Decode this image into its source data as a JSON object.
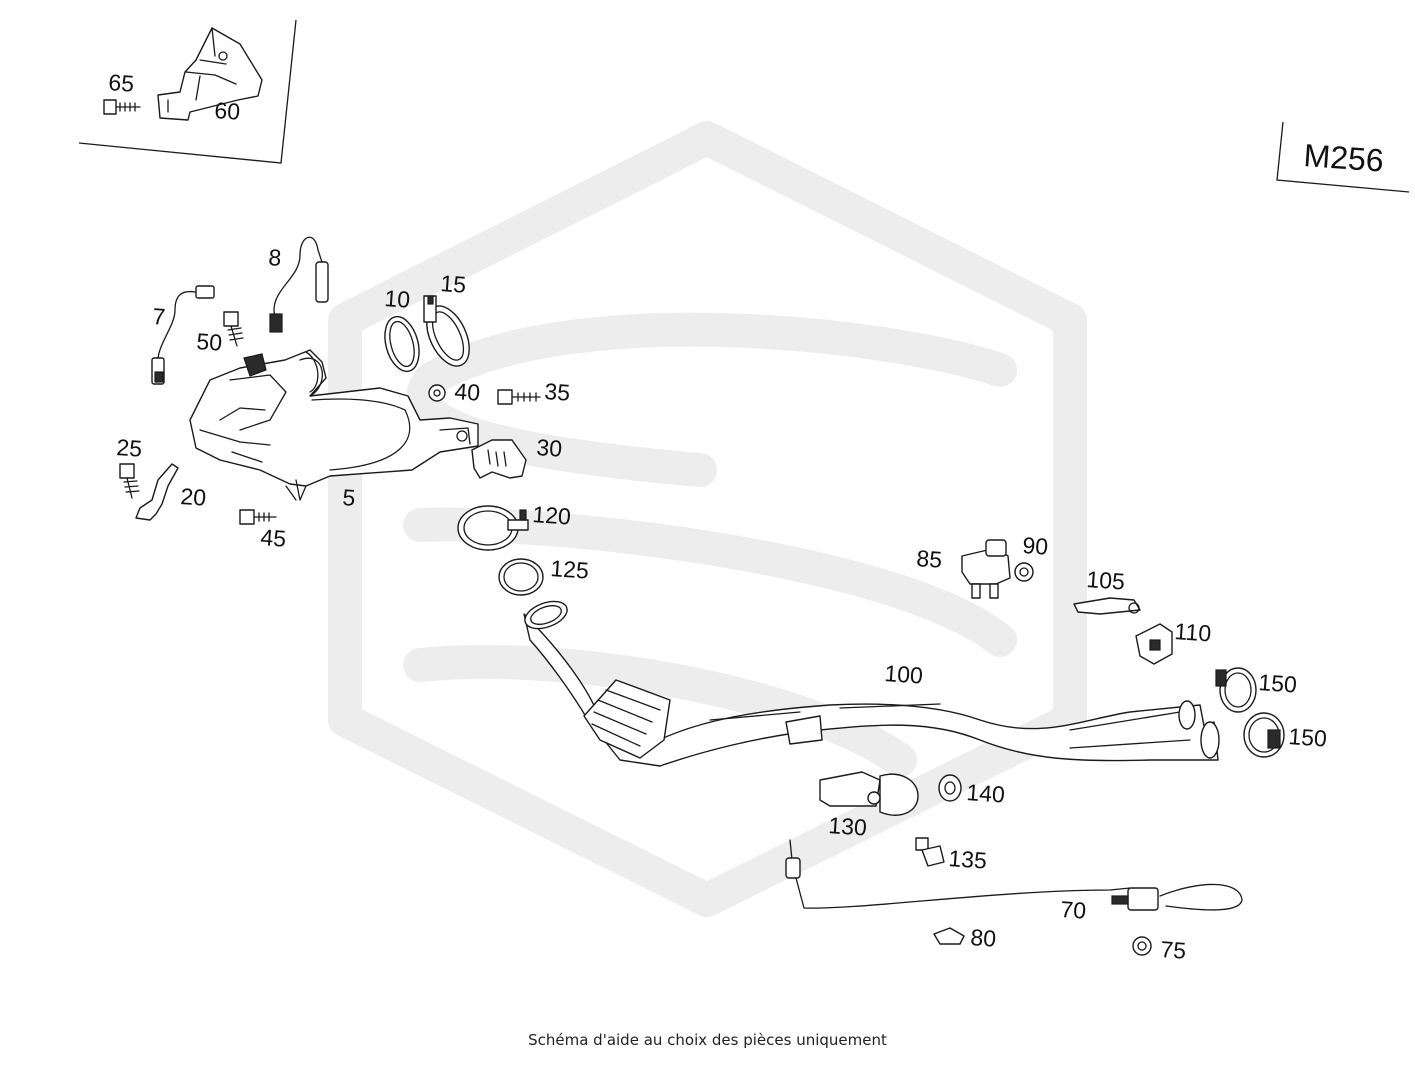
{
  "engine_code": "M256",
  "footer_note": "Schéma d'aide au choix des pièces uniquement",
  "parts": [
    {
      "ref": "5",
      "kind": "catalytic-converter"
    },
    {
      "ref": "7",
      "kind": "oxygen-sensor"
    },
    {
      "ref": "8",
      "kind": "oxygen-sensor"
    },
    {
      "ref": "10",
      "kind": "seal-ring"
    },
    {
      "ref": "15",
      "kind": "clamp"
    },
    {
      "ref": "20",
      "kind": "bracket"
    },
    {
      "ref": "25",
      "kind": "bolt"
    },
    {
      "ref": "30",
      "kind": "bracket"
    },
    {
      "ref": "35",
      "kind": "bolt"
    },
    {
      "ref": "40",
      "kind": "nut"
    },
    {
      "ref": "45",
      "kind": "bolt"
    },
    {
      "ref": "50",
      "kind": "bolt"
    },
    {
      "ref": "60",
      "kind": "bracket"
    },
    {
      "ref": "65",
      "kind": "bolt"
    },
    {
      "ref": "70",
      "kind": "temperature-sensor"
    },
    {
      "ref": "75",
      "kind": "nut"
    },
    {
      "ref": "80",
      "kind": "clip"
    },
    {
      "ref": "85",
      "kind": "pressure-sensor"
    },
    {
      "ref": "90",
      "kind": "nut"
    },
    {
      "ref": "100",
      "kind": "exhaust-pipe"
    },
    {
      "ref": "105",
      "kind": "bracket"
    },
    {
      "ref": "110",
      "kind": "holder"
    },
    {
      "ref": "120",
      "kind": "clamp"
    },
    {
      "ref": "125",
      "kind": "seal-ring"
    },
    {
      "ref": "130",
      "kind": "bracket"
    },
    {
      "ref": "135",
      "kind": "bolt"
    },
    {
      "ref": "140",
      "kind": "nut"
    },
    {
      "ref": "150",
      "kind": "clamp"
    },
    {
      "ref": "150",
      "kind": "clamp"
    }
  ]
}
